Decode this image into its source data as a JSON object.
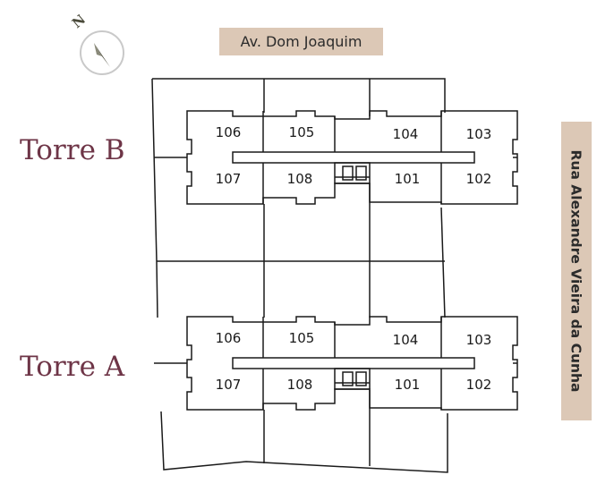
{
  "streets": {
    "top": "Av. Dom Joaquim",
    "right": "Rua Alexandre Vieira da Cunha"
  },
  "compass": {
    "label": "N",
    "icon": "compass-icon"
  },
  "towers": [
    {
      "name": "Torre B",
      "units": [
        "106",
        "105",
        "104",
        "103",
        "107",
        "108",
        "101",
        "102"
      ]
    },
    {
      "name": "Torre A",
      "units": [
        "106",
        "105",
        "104",
        "103",
        "107",
        "108",
        "101",
        "102"
      ]
    }
  ],
  "colors": {
    "street_bg": "#dcc8b6",
    "tower_label": "#6e3547",
    "lines": "#1a1a1a",
    "compass": "#4a4a3a"
  }
}
